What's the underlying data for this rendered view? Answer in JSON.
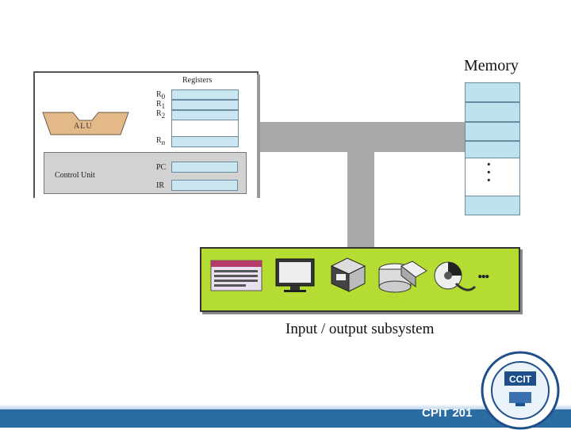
{
  "cpu": {
    "registers_title": "Registers",
    "registers": [
      {
        "name": "R0",
        "sub": "0"
      },
      {
        "name": "R1",
        "sub": "1"
      },
      {
        "name": "R2",
        "sub": "2"
      },
      {
        "name": "Rn",
        "sub": "n"
      }
    ],
    "alu_label": "ALU",
    "control_unit_label": "Control Unit",
    "control_registers": [
      "PC",
      "IR"
    ]
  },
  "memory": {
    "title": "Memory",
    "ellipsis": "⋮"
  },
  "io": {
    "title": "Input / output subsystem",
    "devices": [
      "keyboard-icon",
      "monitor-icon",
      "printer-icon",
      "disk-drive-icon",
      "tape-drive-icon",
      "optical-disc-icon"
    ],
    "more": "..."
  },
  "footer": {
    "course_code": "CPIT 201",
    "logo_text": "CCIT"
  },
  "colors": {
    "register_fill": "#c9e6f1",
    "alu_fill": "#e3b98a",
    "control_unit_fill": "#d2d2d2",
    "bus": "#a9a9a9",
    "io_panel": "#b5dc32",
    "footer_band": "#2b6ca3"
  }
}
